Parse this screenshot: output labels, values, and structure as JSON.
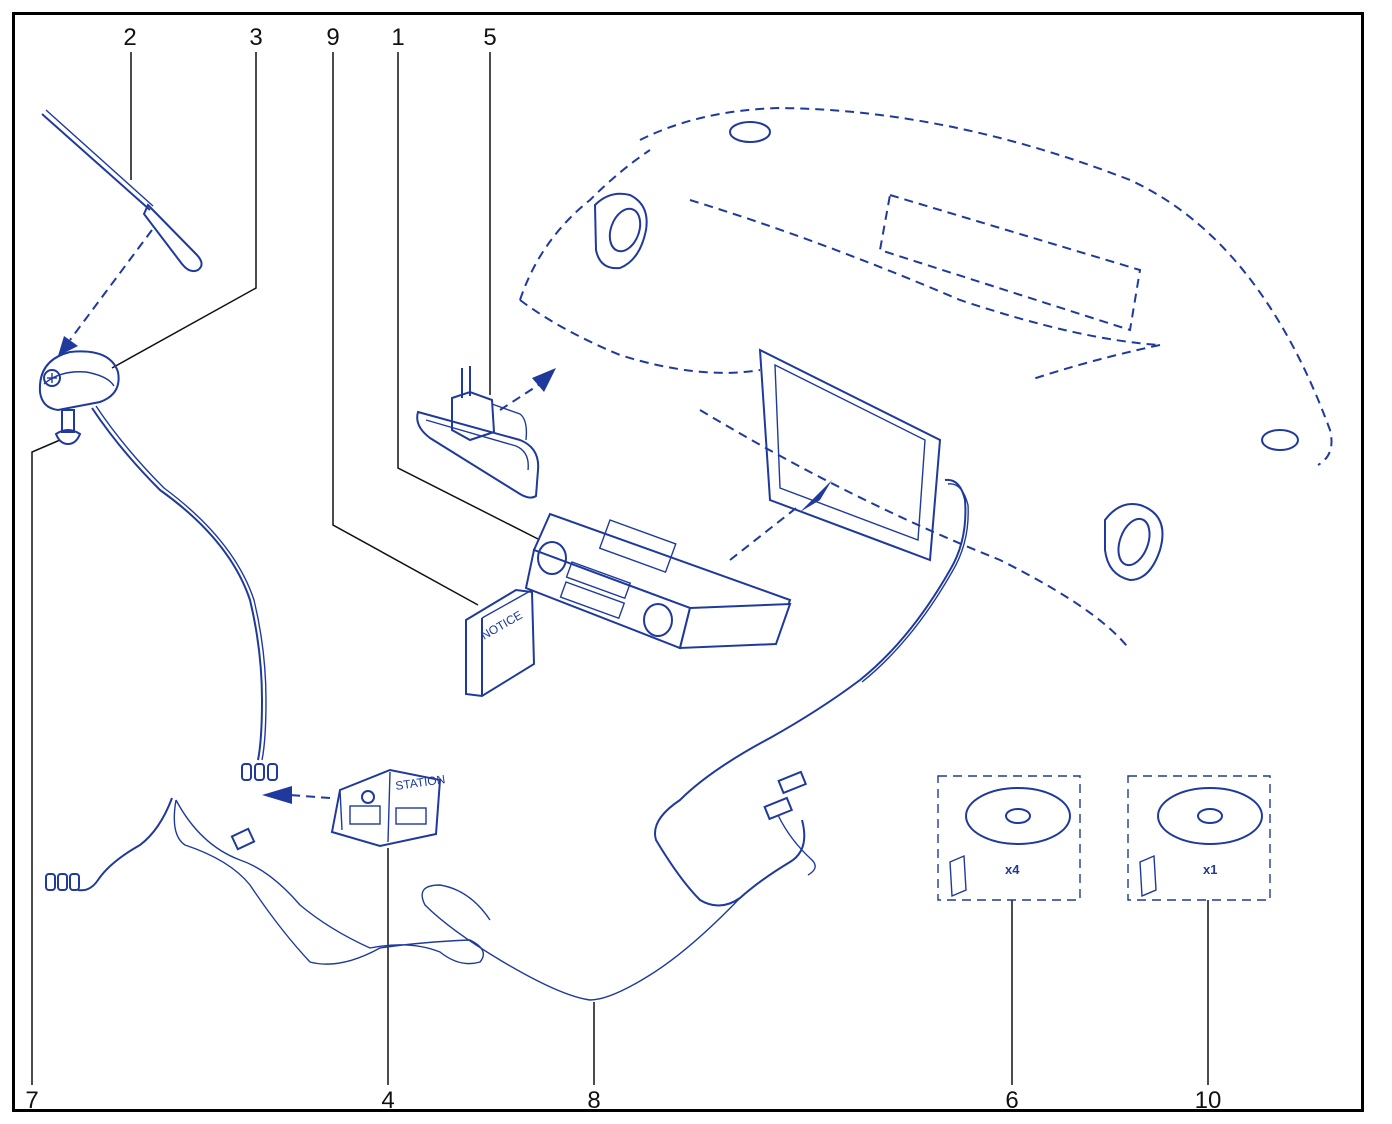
{
  "diagram": {
    "callouts": {
      "c2": "2",
      "c3": "3",
      "c9": "9",
      "c1": "1",
      "c5": "5",
      "c7": "7",
      "c4": "4",
      "c8": "8",
      "c6": "6",
      "c10": "10"
    },
    "book_label": "NOTICE",
    "kit_left_qty": "x4",
    "kit_right_qty": "x1",
    "colors": {
      "line": "#1f3a9c",
      "frame": "#000000"
    },
    "icons": [
      "antenna-mast-icon",
      "antenna-base-icon",
      "radio-unit-icon",
      "manual-book-icon",
      "cd-disc-icon",
      "dashboard-icon",
      "harness-icon",
      "adapter-module-icon",
      "bracket-icon"
    ]
  }
}
